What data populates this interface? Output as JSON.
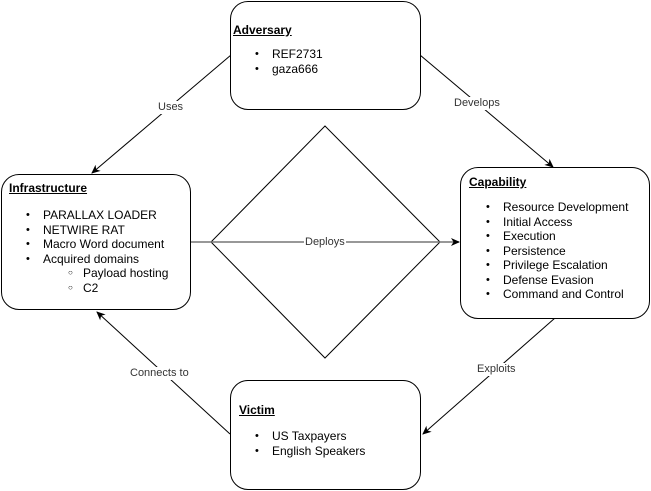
{
  "diagram": {
    "type": "diamond-model",
    "nodes": {
      "adversary": {
        "title": "Adversary",
        "items": [
          "REF2731",
          "gaza666"
        ]
      },
      "infrastructure": {
        "title": "Infrastructure",
        "items": [
          "PARALLAX LOADER",
          "NETWIRE RAT",
          "Macro Word document",
          "Acquired domains"
        ],
        "subitems": [
          "Payload hosting",
          "C2"
        ]
      },
      "capability": {
        "title": "Capability",
        "items": [
          "Resource Development",
          "Initial Access",
          "Execution",
          "Persistence",
          "Privilege Escalation",
          "Defense Evasion",
          "Command and Control"
        ]
      },
      "victim": {
        "title": "Victim",
        "items": [
          "US Taxpayers",
          "English Speakers"
        ]
      }
    },
    "edges": [
      {
        "from": "Adversary",
        "to": "Infrastructure",
        "label": "Uses"
      },
      {
        "from": "Adversary",
        "to": "Capability",
        "label": "Develops"
      },
      {
        "from": "Infrastructure",
        "to": "Capability",
        "label": "Deploys"
      },
      {
        "from": "Capability",
        "to": "Victim",
        "label": "Exploits"
      },
      {
        "from": "Victim",
        "to": "Infrastructure",
        "label": "Connects to"
      }
    ]
  }
}
